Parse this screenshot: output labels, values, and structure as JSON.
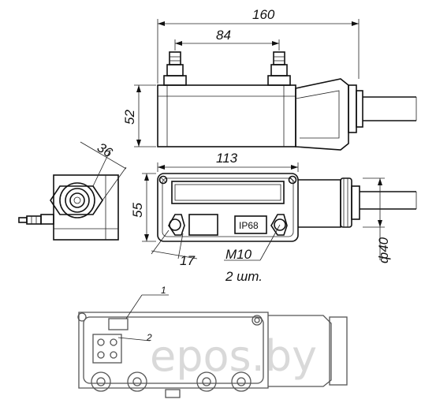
{
  "dimensions": {
    "overall_length": "160",
    "bolt_spacing": "84",
    "height": "52",
    "body_length": "113",
    "cover_height": "55",
    "hex_size": "36",
    "offset": "17",
    "thread": "M10",
    "qty": "2 шт.",
    "cable_diameter": "ф40"
  },
  "labels": {
    "protection": "IP68",
    "callout_1": "1",
    "callout_2": "2",
    "watermark": "epos.by"
  }
}
